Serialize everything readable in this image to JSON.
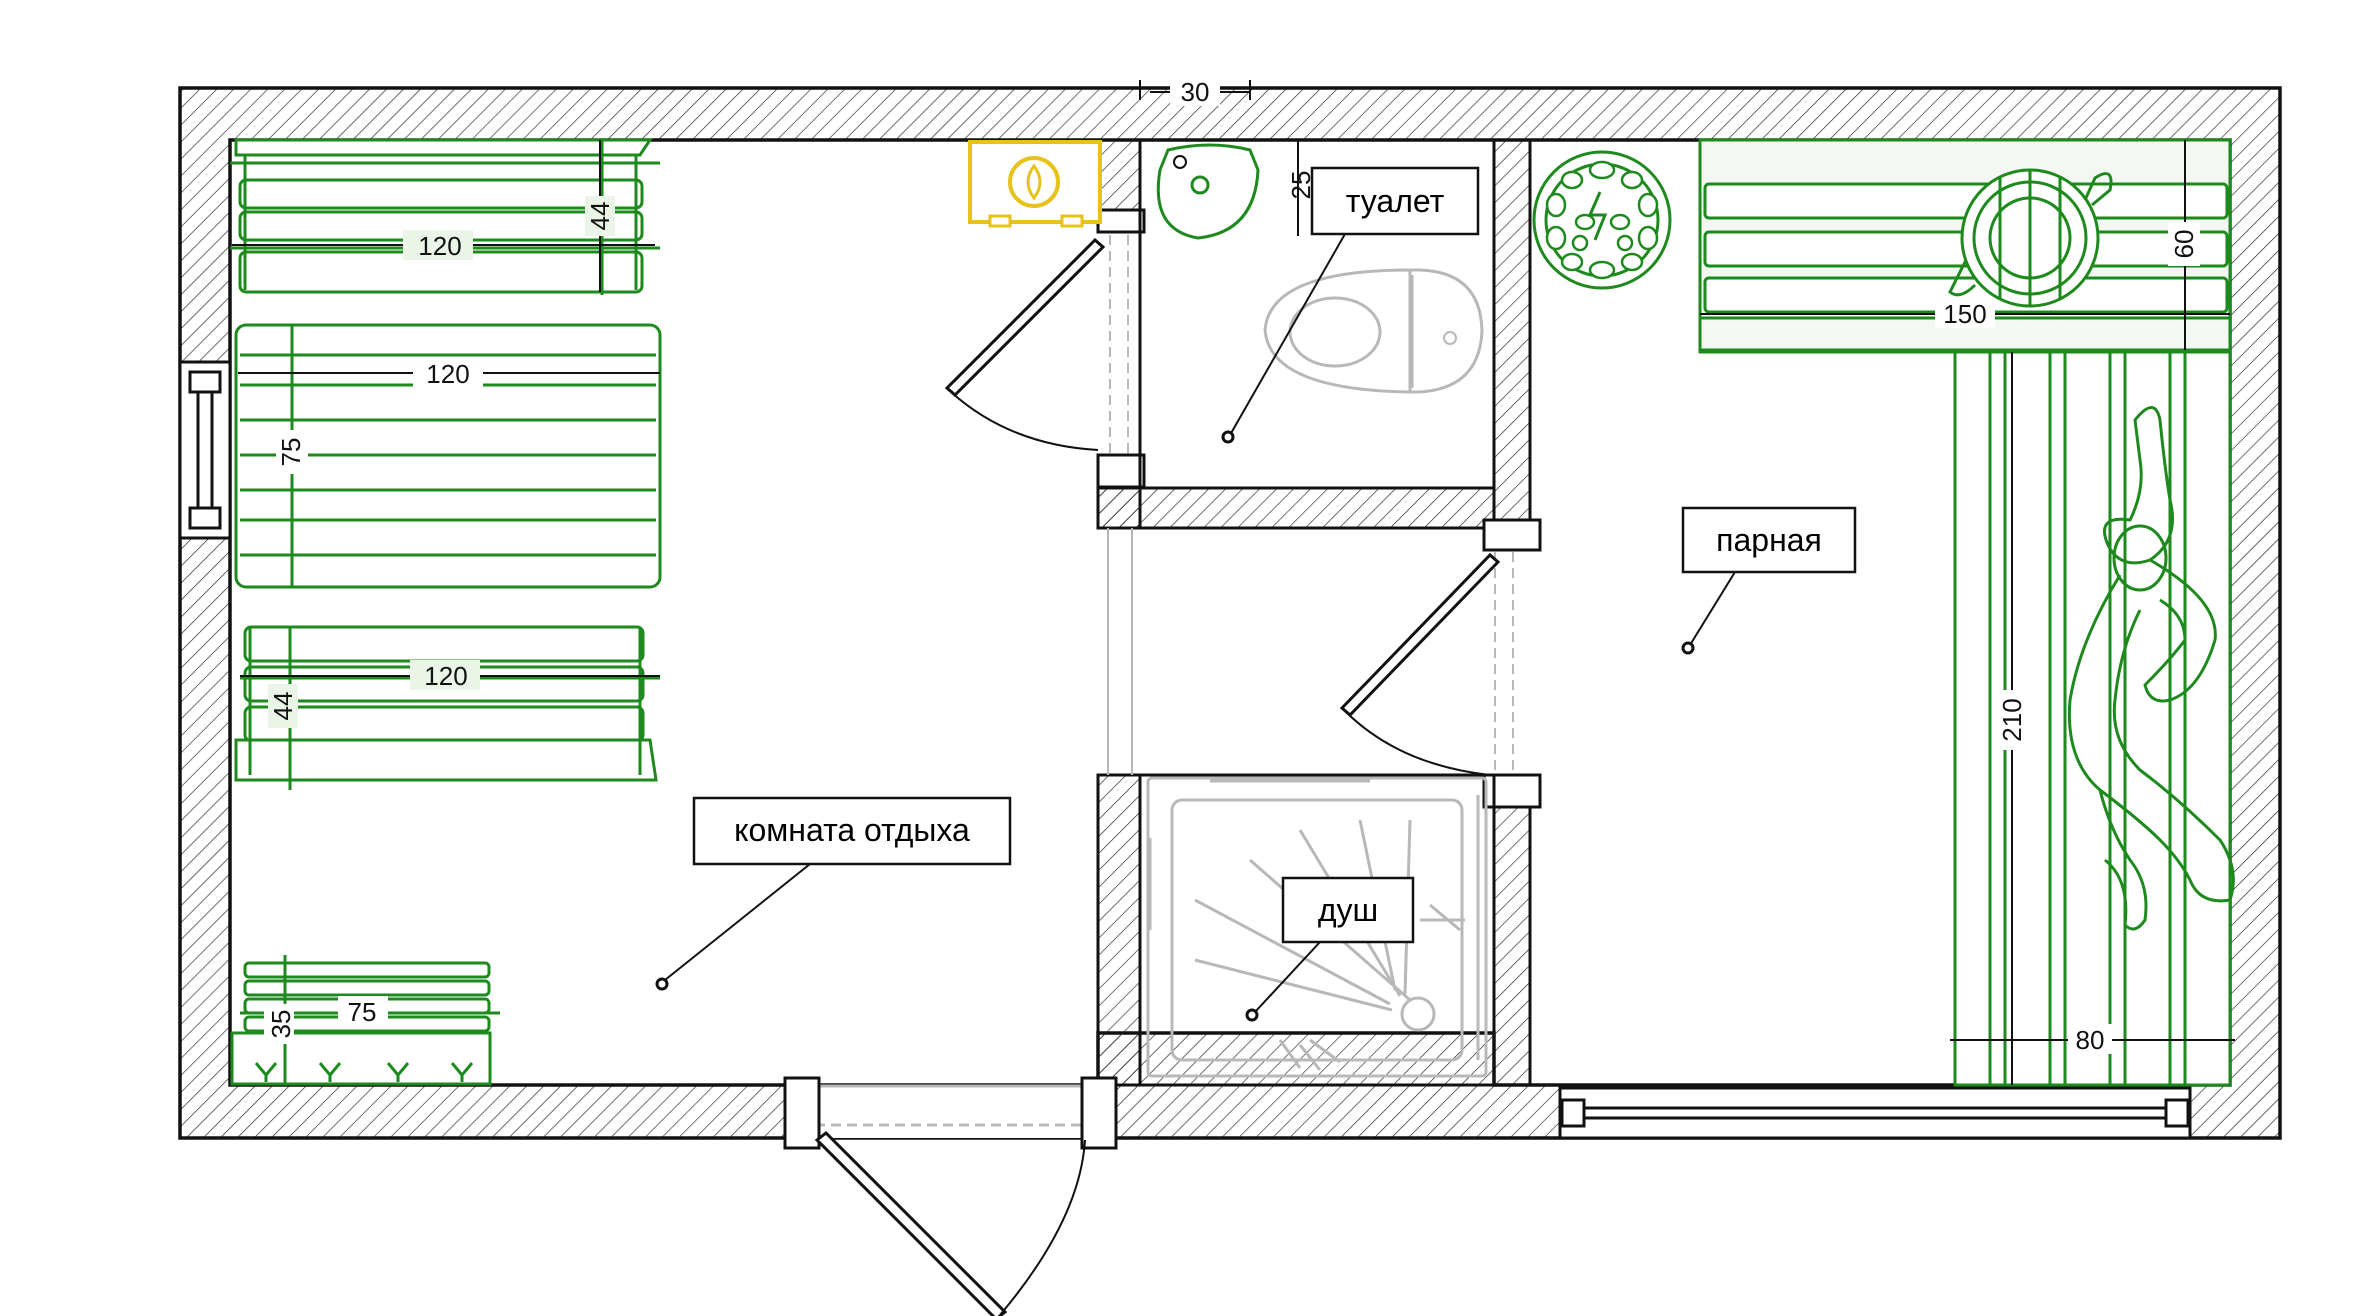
{
  "rooms": {
    "rest": "комната отдыха",
    "toilet": "туалет",
    "shower": "душ",
    "steam": "парная"
  },
  "dimensions": {
    "wall_top": "30",
    "bench1_w": "120",
    "bench1_d": "44",
    "table_w": "120",
    "table_d": "75",
    "bench2_w": "120",
    "bench2_d": "44",
    "rack_w": "75",
    "rack_d": "35",
    "toilet_sink": "25",
    "shelf_top_w": "150",
    "shelf_top_d": "60",
    "shelf_low_len": "210",
    "shelf_low_w": "80"
  },
  "colors": {
    "furniture": "#1e8a1e",
    "heater": "#e6c21a",
    "walls": "#111111",
    "fixtures": "#b8b8b8"
  }
}
